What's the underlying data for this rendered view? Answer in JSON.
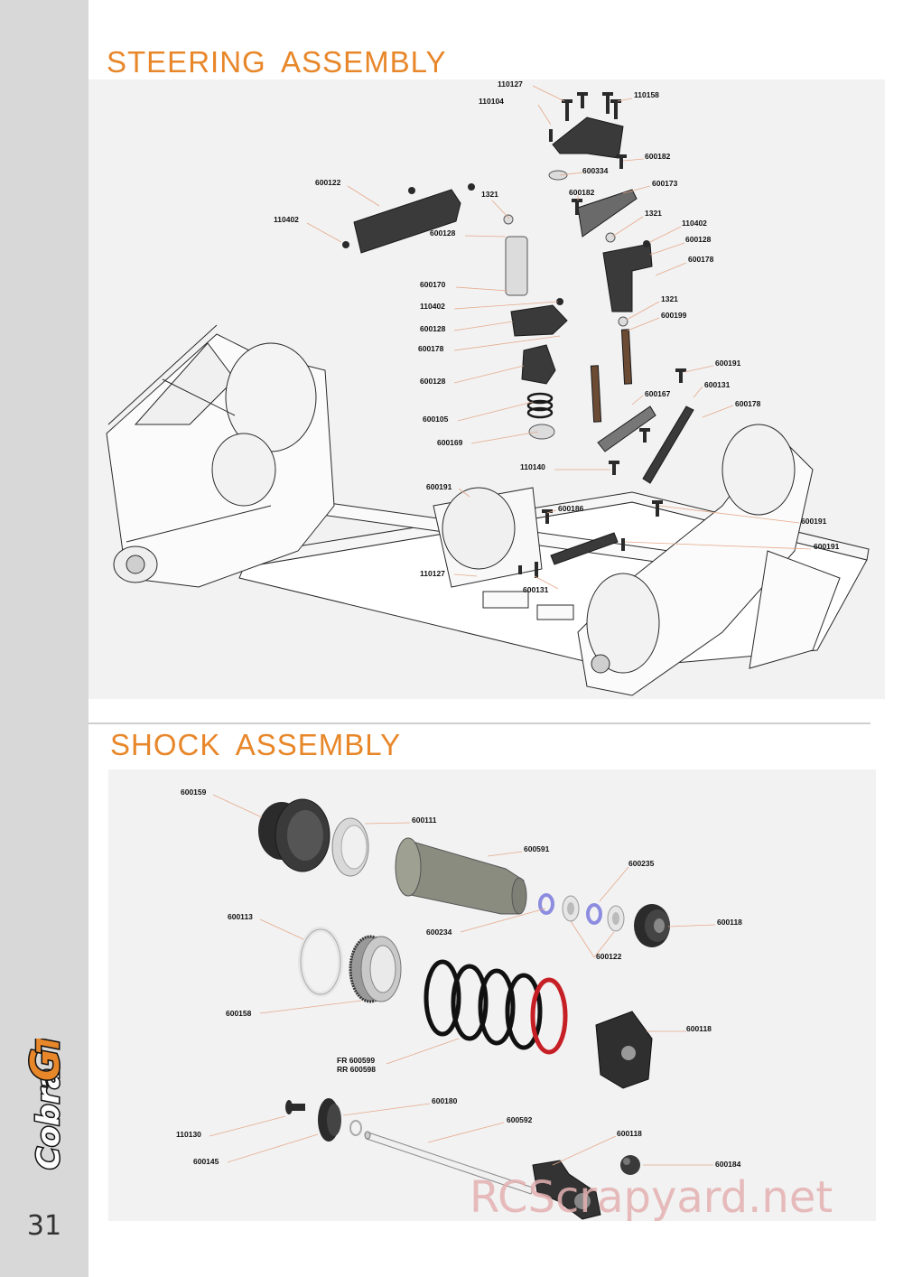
{
  "page_number": "31",
  "logo_text": "CobraGTe",
  "watermark": "RCScrapyard.net",
  "colors": {
    "accent": "#e8872a",
    "leader": "#e5a98a",
    "sidebar": "#d8d8d8",
    "panel": "#f2f2f2"
  },
  "steering": {
    "title": "STEERING  ASSEMBLY",
    "labels": [
      "110127",
      "110104",
      "110158",
      "600182",
      "600334",
      "600122",
      "1321",
      "600182",
      "600173",
      "110402",
      "600128",
      "1321",
      "110402",
      "600128",
      "600178",
      "600170",
      "110402",
      "1321",
      "600128",
      "600199",
      "600178",
      "600128",
      "600191",
      "600131",
      "600167",
      "600178",
      "600105",
      "600169",
      "110140",
      "600191",
      "600186",
      "600191",
      "600191",
      "110127",
      "600131"
    ]
  },
  "shock": {
    "title": "SHOCK  ASSEMBLY",
    "labels": [
      "600159",
      "600111",
      "600591",
      "600235",
      "600113",
      "600234",
      "600118",
      "600122",
      "600158",
      "600118",
      "FR 600599",
      "RR 600598",
      "600180",
      "110130",
      "600592",
      "600118",
      "600145",
      "600184"
    ]
  }
}
